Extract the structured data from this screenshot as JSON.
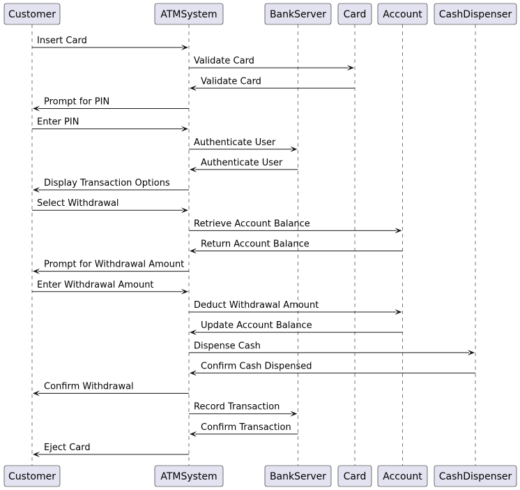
{
  "diagram": {
    "type": "sequence",
    "participants": [
      {
        "id": "customer",
        "label": "Customer"
      },
      {
        "id": "atm",
        "label": "ATMSystem"
      },
      {
        "id": "bank",
        "label": "BankServer"
      },
      {
        "id": "card",
        "label": "Card"
      },
      {
        "id": "account",
        "label": "Account"
      },
      {
        "id": "cash",
        "label": "CashDispenser"
      }
    ],
    "messages": [
      {
        "from": "customer",
        "to": "atm",
        "label": "Insert Card"
      },
      {
        "from": "atm",
        "to": "card",
        "label": "Validate Card"
      },
      {
        "from": "card",
        "to": "atm",
        "label": "Validate Card"
      },
      {
        "from": "atm",
        "to": "customer",
        "label": "Prompt for PIN"
      },
      {
        "from": "customer",
        "to": "atm",
        "label": "Enter PIN"
      },
      {
        "from": "atm",
        "to": "bank",
        "label": "Authenticate User"
      },
      {
        "from": "bank",
        "to": "atm",
        "label": "Authenticate User"
      },
      {
        "from": "atm",
        "to": "customer",
        "label": "Display Transaction Options"
      },
      {
        "from": "customer",
        "to": "atm",
        "label": "Select Withdrawal"
      },
      {
        "from": "atm",
        "to": "account",
        "label": "Retrieve Account Balance"
      },
      {
        "from": "account",
        "to": "atm",
        "label": "Return Account Balance"
      },
      {
        "from": "atm",
        "to": "customer",
        "label": "Prompt for Withdrawal Amount"
      },
      {
        "from": "customer",
        "to": "atm",
        "label": "Enter Withdrawal Amount"
      },
      {
        "from": "atm",
        "to": "account",
        "label": "Deduct Withdrawal Amount"
      },
      {
        "from": "account",
        "to": "atm",
        "label": "Update Account Balance"
      },
      {
        "from": "atm",
        "to": "cash",
        "label": "Dispense Cash"
      },
      {
        "from": "cash",
        "to": "atm",
        "label": "Confirm Cash Dispensed"
      },
      {
        "from": "atm",
        "to": "customer",
        "label": "Confirm Withdrawal"
      },
      {
        "from": "atm",
        "to": "bank",
        "label": "Record Transaction"
      },
      {
        "from": "bank",
        "to": "atm",
        "label": "Confirm Transaction"
      },
      {
        "from": "atm",
        "to": "customer",
        "label": "Eject Card"
      }
    ]
  },
  "colors": {
    "participant_fill": "#e2e2f0",
    "line": "#181818"
  }
}
